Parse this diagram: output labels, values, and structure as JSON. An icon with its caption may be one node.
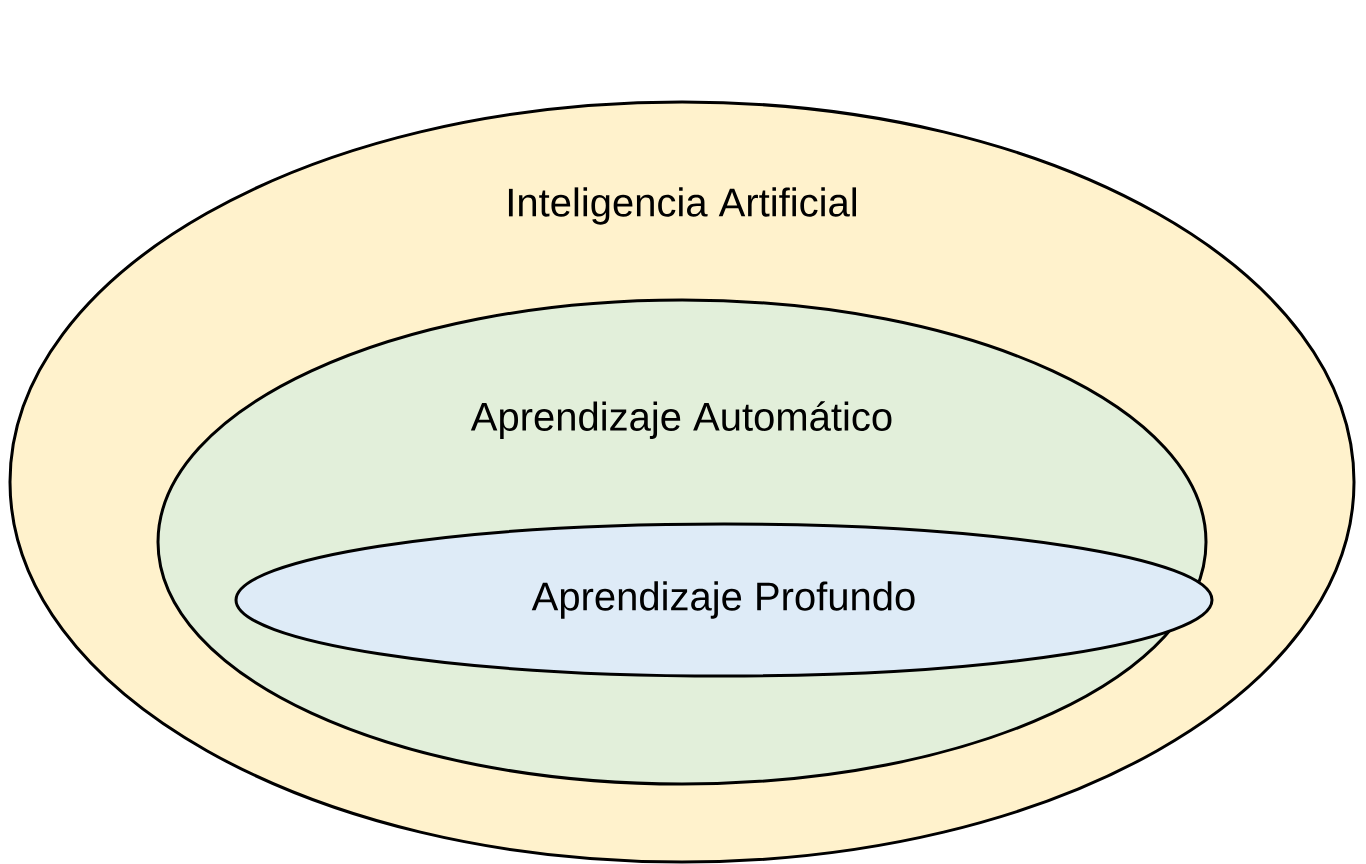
{
  "diagram": {
    "nodes": [
      {
        "text": [
          "Inteligencia Artificial"
        ]
      },
      {
        "text": [
          "Aprendizaje Automático"
        ],
        "in": 0
      },
      {
        "text": [
          "Aprendizaje Profundo"
        ],
        "in": 1
      }
    ]
  }
}
